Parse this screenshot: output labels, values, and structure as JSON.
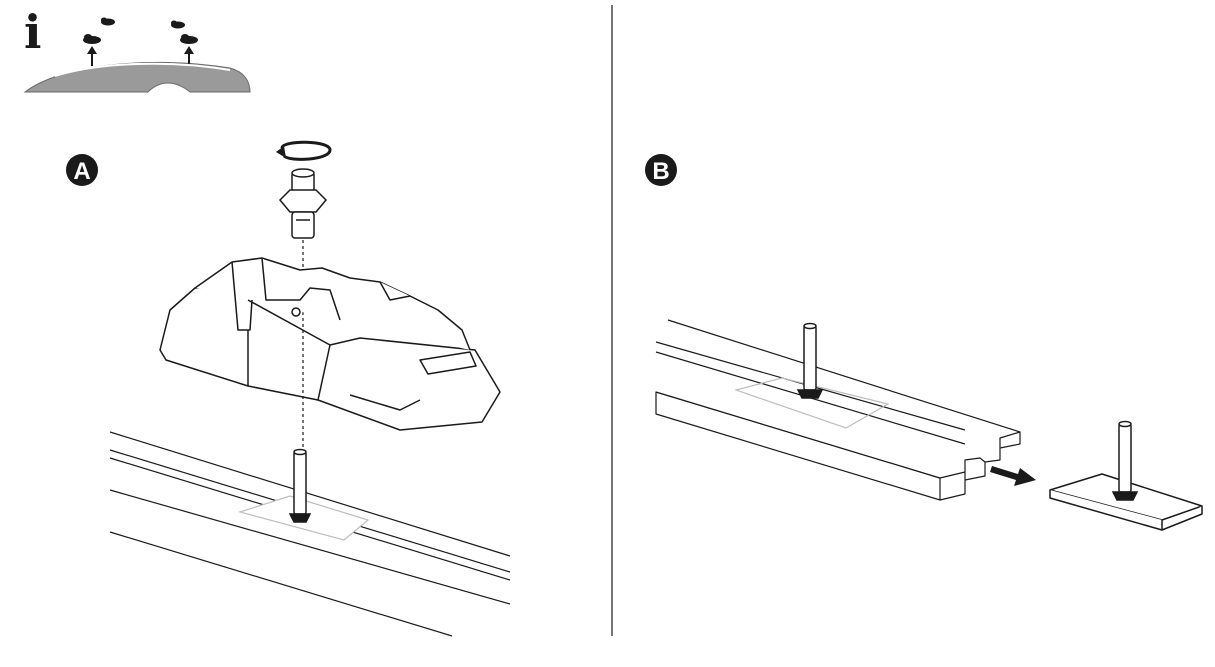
{
  "info_icon": {
    "glyph": "i",
    "icon": "info-icon"
  },
  "panels": [
    {
      "label": "A"
    },
    {
      "label": "B"
    }
  ],
  "colors": {
    "ink": "#1a1a1a",
    "roof_gray": "#9a9a9a",
    "guide_gray": "#bdbdbd",
    "badge_fill": "#1a1a1a",
    "badge_text": "#ffffff"
  }
}
